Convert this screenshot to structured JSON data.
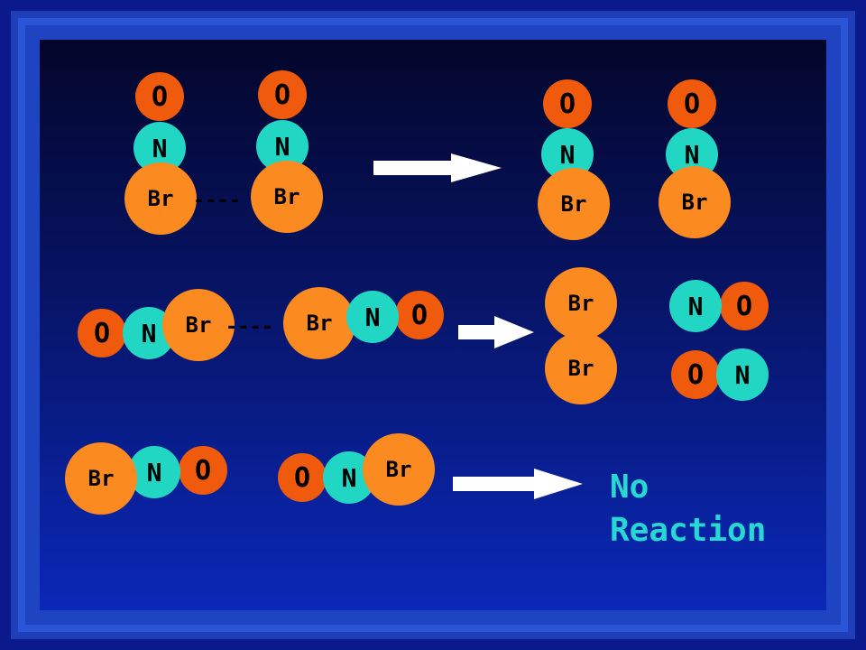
{
  "atoms": {
    "o": "O",
    "n": "N",
    "br": "Br"
  },
  "bond": "----",
  "caption": {
    "line1": "No",
    "line2": "Reaction"
  },
  "colors": {
    "oxygen": "#f05a0c",
    "nitrogen": "#22d6c4",
    "bromine": "#fb8a20",
    "caption": "#27d7d2"
  }
}
